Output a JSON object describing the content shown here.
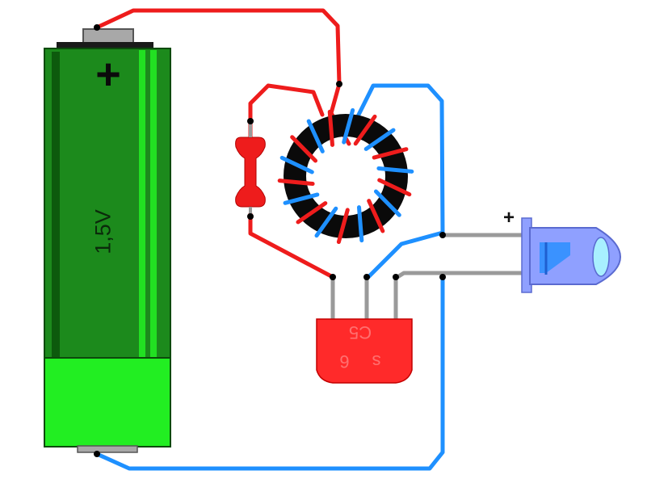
{
  "battery": {
    "voltage_label": "1,5V",
    "positive_symbol": "+",
    "body_color": "#1c8a1c",
    "stripe_color": "#22e022",
    "bottom_color": "#22ee22"
  },
  "led": {
    "positive_symbol": "+",
    "color": "#8fa0ff"
  },
  "transistor": {
    "marking_top": "C5",
    "marking_bottom": "s 6",
    "color": "#ff2a2a"
  },
  "wires": {
    "red": "#ee1c1c",
    "blue": "#1e90ff",
    "grey": "#9a9a9a"
  },
  "toroid": {
    "core_color": "#0a0a0a"
  }
}
